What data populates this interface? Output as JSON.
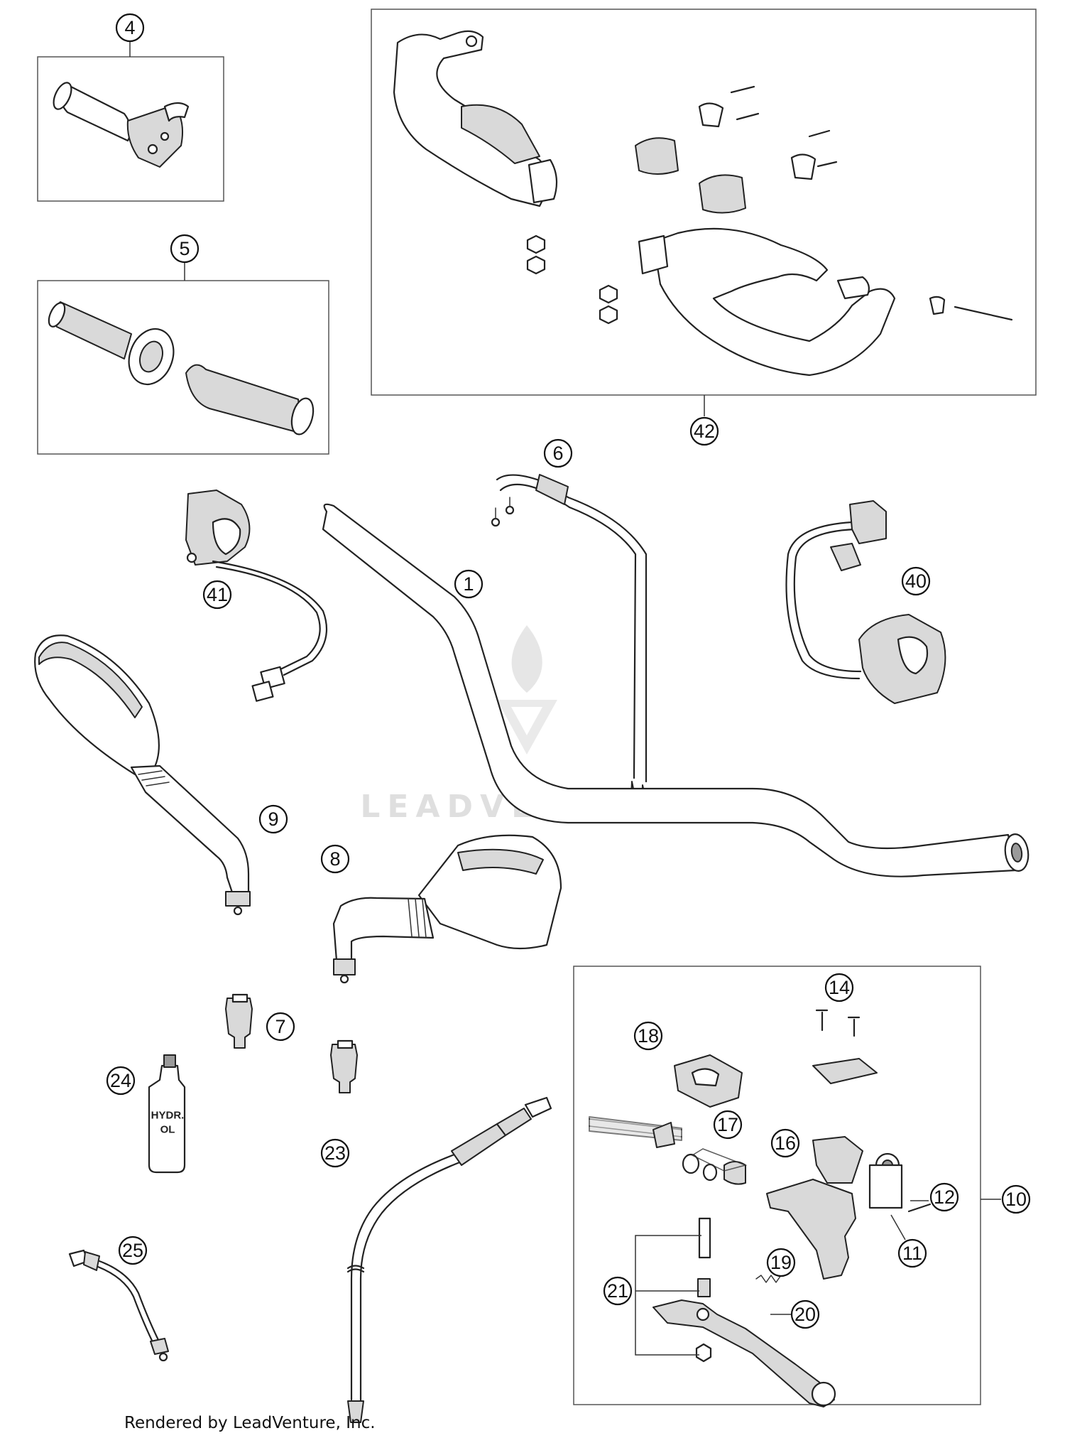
{
  "callouts": [
    {
      "id": "c4",
      "label": "4"
    },
    {
      "id": "c5",
      "label": "5"
    },
    {
      "id": "c42",
      "label": "42"
    },
    {
      "id": "c6",
      "label": "6"
    },
    {
      "id": "c41",
      "label": "41"
    },
    {
      "id": "c1",
      "label": "1"
    },
    {
      "id": "c40",
      "label": "40"
    },
    {
      "id": "c9",
      "label": "9"
    },
    {
      "id": "c8",
      "label": "8"
    },
    {
      "id": "c7",
      "label": "7"
    },
    {
      "id": "c14",
      "label": "14"
    },
    {
      "id": "c18",
      "label": "18"
    },
    {
      "id": "c24",
      "label": "24"
    },
    {
      "id": "c17",
      "label": "17"
    },
    {
      "id": "c16",
      "label": "16"
    },
    {
      "id": "c23",
      "label": "23"
    },
    {
      "id": "c12",
      "label": "12"
    },
    {
      "id": "c10",
      "label": "10"
    },
    {
      "id": "c11",
      "label": "11"
    },
    {
      "id": "c25",
      "label": "25"
    },
    {
      "id": "c21",
      "label": "21"
    },
    {
      "id": "c19",
      "label": "19"
    },
    {
      "id": "c20",
      "label": "20"
    }
  ],
  "bottle_label": {
    "line1": "HYDR.",
    "line2": "OL"
  },
  "watermark": "LEADVENTURE",
  "footer": "Rendered by LeadVenture, Inc."
}
